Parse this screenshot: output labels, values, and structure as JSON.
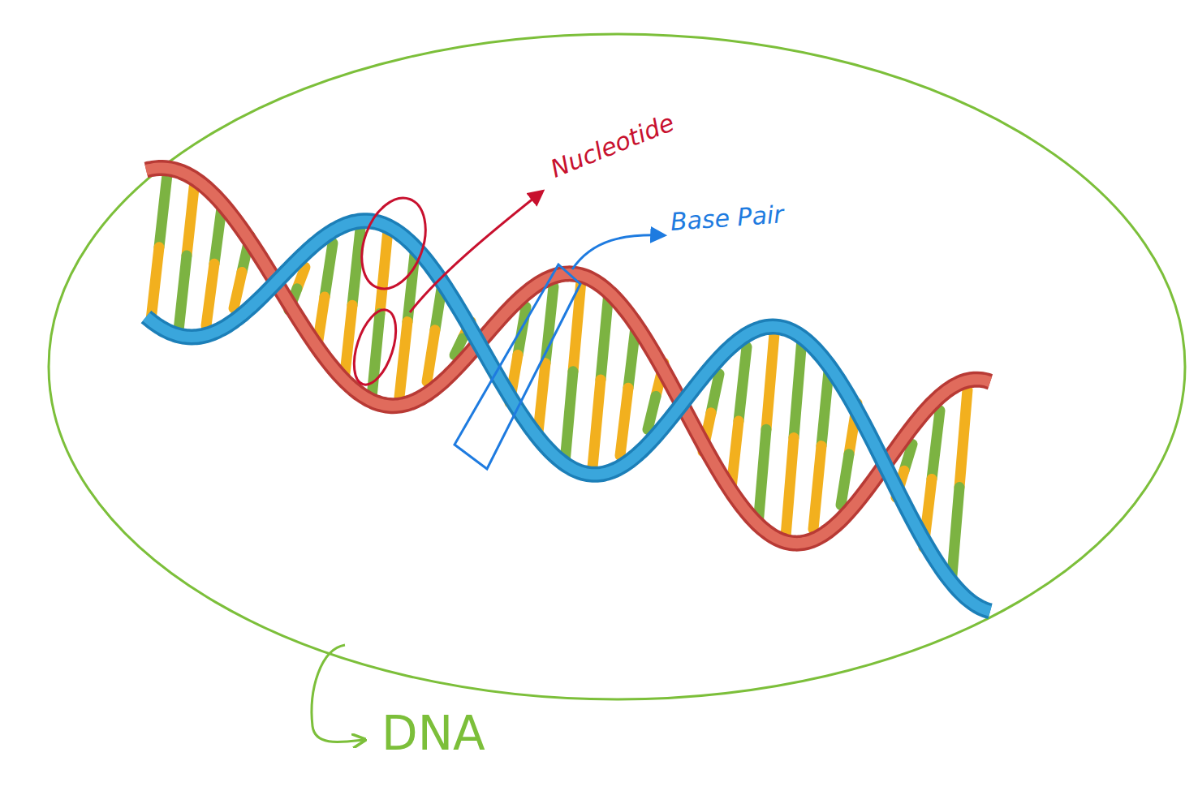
{
  "diagram": {
    "labels": [
      "Nucleotide",
      "Base Pair",
      "DNA"
    ]
  }
}
